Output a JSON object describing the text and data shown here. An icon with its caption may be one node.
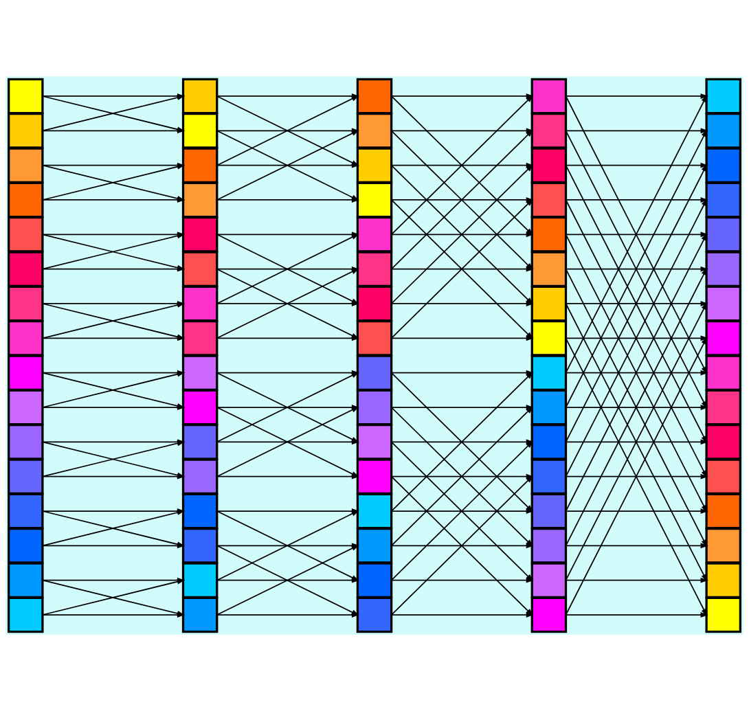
{
  "diagram": {
    "nodes": [
      {
        "text": [],
        "shape": "box"
      },
      {
        "text": [],
        "shape": "box"
      },
      {
        "text": [],
        "shape": "box"
      },
      {
        "text": [],
        "shape": "box"
      },
      {
        "text": [],
        "shape": "box"
      },
      {
        "text": [],
        "shape": "box"
      },
      {
        "text": [],
        "shape": "box"
      },
      {
        "text": [],
        "shape": "box"
      },
      {
        "text": [],
        "shape": "box"
      },
      {
        "text": [],
        "shape": "box"
      },
      {
        "text": [],
        "shape": "box"
      },
      {
        "text": [],
        "shape": "box"
      },
      {
        "text": [],
        "shape": "box"
      },
      {
        "text": [],
        "shape": "box"
      },
      {
        "text": [],
        "shape": "box"
      },
      {
        "text": [],
        "shape": "box"
      },
      {
        "text": [],
        "shape": "box"
      },
      {
        "text": [],
        "shape": "box"
      },
      {
        "text": [],
        "shape": "box"
      },
      {
        "text": [],
        "shape": "box"
      },
      {
        "text": [],
        "shape": "box"
      },
      {
        "text": [],
        "shape": "box"
      },
      {
        "text": [],
        "shape": "box"
      },
      {
        "text": [],
        "shape": "box"
      },
      {
        "text": [],
        "shape": "box"
      },
      {
        "text": [],
        "shape": "box"
      },
      {
        "text": [],
        "shape": "box"
      },
      {
        "text": [],
        "shape": "box"
      },
      {
        "text": [],
        "shape": "box"
      },
      {
        "text": [],
        "shape": "box"
      },
      {
        "text": [],
        "shape": "box"
      },
      {
        "text": [],
        "shape": "box"
      },
      {
        "text": [],
        "shape": "box"
      },
      {
        "text": [],
        "shape": "box"
      },
      {
        "text": [],
        "shape": "box"
      },
      {
        "text": [],
        "shape": "box"
      },
      {
        "text": [],
        "shape": "box"
      },
      {
        "text": [],
        "shape": "box"
      },
      {
        "text": [],
        "shape": "box"
      },
      {
        "text": [],
        "shape": "box"
      },
      {
        "text": [],
        "shape": "box"
      },
      {
        "text": [],
        "shape": "box"
      },
      {
        "text": [],
        "shape": "box"
      },
      {
        "text": [],
        "shape": "box"
      },
      {
        "text": [],
        "shape": "box"
      },
      {
        "text": [],
        "shape": "box"
      },
      {
        "text": [],
        "shape": "box"
      },
      {
        "text": [],
        "shape": "box"
      },
      {
        "text": [],
        "shape": "box"
      },
      {
        "text": [],
        "shape": "box"
      },
      {
        "text": [],
        "shape": "box"
      },
      {
        "text": [],
        "shape": "box"
      },
      {
        "text": [],
        "shape": "box"
      },
      {
        "text": [],
        "shape": "box"
      },
      {
        "text": [],
        "shape": "box"
      },
      {
        "text": [],
        "shape": "box"
      },
      {
        "text": [],
        "shape": "box"
      },
      {
        "text": [],
        "shape": "box"
      },
      {
        "text": [],
        "shape": "box"
      },
      {
        "text": [],
        "shape": "box"
      },
      {
        "text": [],
        "shape": "box"
      },
      {
        "text": [],
        "shape": "box"
      },
      {
        "text": [],
        "shape": "box"
      },
      {
        "text": [],
        "shape": "box"
      },
      {
        "text": [],
        "shape": "box"
      },
      {
        "text": [],
        "shape": "box"
      },
      {
        "text": [],
        "shape": "box"
      },
      {
        "text": [],
        "shape": "box"
      },
      {
        "text": [],
        "shape": "box"
      },
      {
        "text": [],
        "shape": "box"
      },
      {
        "text": [],
        "shape": "box"
      },
      {
        "text": [],
        "shape": "box"
      },
      {
        "text": [],
        "shape": "box"
      },
      {
        "text": [],
        "shape": "box"
      },
      {
        "text": [],
        "shape": "box"
      },
      {
        "text": [],
        "shape": "box"
      },
      {
        "text": [],
        "shape": "box"
      },
      {
        "text": [],
        "shape": "box"
      },
      {
        "text": [],
        "shape": "box"
      },
      {
        "text": [],
        "shape": "box"
      }
    ],
    "edges": [
      {
        "from": 0,
        "to": 16,
        "arrow": "to"
      },
      {
        "from": 0,
        "to": 17,
        "arrow": "to"
      },
      {
        "from": 1,
        "to": 17,
        "arrow": "to"
      },
      {
        "from": 1,
        "to": 16,
        "arrow": "to"
      },
      {
        "from": 2,
        "to": 18,
        "arrow": "to"
      },
      {
        "from": 2,
        "to": 19,
        "arrow": "to"
      },
      {
        "from": 3,
        "to": 19,
        "arrow": "to"
      },
      {
        "from": 3,
        "to": 18,
        "arrow": "to"
      },
      {
        "from": 4,
        "to": 20,
        "arrow": "to"
      },
      {
        "from": 4,
        "to": 21,
        "arrow": "to"
      },
      {
        "from": 5,
        "to": 21,
        "arrow": "to"
      },
      {
        "from": 5,
        "to": 20,
        "arrow": "to"
      },
      {
        "from": 6,
        "to": 22,
        "arrow": "to"
      },
      {
        "from": 6,
        "to": 23,
        "arrow": "to"
      },
      {
        "from": 7,
        "to": 23,
        "arrow": "to"
      },
      {
        "from": 7,
        "to": 22,
        "arrow": "to"
      },
      {
        "from": 8,
        "to": 24,
        "arrow": "to"
      },
      {
        "from": 8,
        "to": 25,
        "arrow": "to"
      },
      {
        "from": 9,
        "to": 25,
        "arrow": "to"
      },
      {
        "from": 9,
        "to": 24,
        "arrow": "to"
      },
      {
        "from": 10,
        "to": 26,
        "arrow": "to"
      },
      {
        "from": 10,
        "to": 27,
        "arrow": "to"
      },
      {
        "from": 11,
        "to": 27,
        "arrow": "to"
      },
      {
        "from": 11,
        "to": 26,
        "arrow": "to"
      },
      {
        "from": 12,
        "to": 28,
        "arrow": "to"
      },
      {
        "from": 12,
        "to": 29,
        "arrow": "to"
      },
      {
        "from": 13,
        "to": 29,
        "arrow": "to"
      },
      {
        "from": 13,
        "to": 28,
        "arrow": "to"
      },
      {
        "from": 14,
        "to": 30,
        "arrow": "to"
      },
      {
        "from": 14,
        "to": 31,
        "arrow": "to"
      },
      {
        "from": 15,
        "to": 31,
        "arrow": "to"
      },
      {
        "from": 15,
        "to": 30,
        "arrow": "to"
      },
      {
        "from": 16,
        "to": 32,
        "arrow": "to"
      },
      {
        "from": 16,
        "to": 34,
        "arrow": "to"
      },
      {
        "from": 17,
        "to": 33,
        "arrow": "to"
      },
      {
        "from": 17,
        "to": 35,
        "arrow": "to"
      },
      {
        "from": 18,
        "to": 34,
        "arrow": "to"
      },
      {
        "from": 18,
        "to": 32,
        "arrow": "to"
      },
      {
        "from": 19,
        "to": 35,
        "arrow": "to"
      },
      {
        "from": 19,
        "to": 33,
        "arrow": "to"
      },
      {
        "from": 20,
        "to": 36,
        "arrow": "to"
      },
      {
        "from": 20,
        "to": 38,
        "arrow": "to"
      },
      {
        "from": 21,
        "to": 37,
        "arrow": "to"
      },
      {
        "from": 21,
        "to": 39,
        "arrow": "to"
      },
      {
        "from": 22,
        "to": 38,
        "arrow": "to"
      },
      {
        "from": 22,
        "to": 36,
        "arrow": "to"
      },
      {
        "from": 23,
        "to": 39,
        "arrow": "to"
      },
      {
        "from": 23,
        "to": 37,
        "arrow": "to"
      },
      {
        "from": 24,
        "to": 40,
        "arrow": "to"
      },
      {
        "from": 24,
        "to": 42,
        "arrow": "to"
      },
      {
        "from": 25,
        "to": 41,
        "arrow": "to"
      },
      {
        "from": 25,
        "to": 43,
        "arrow": "to"
      },
      {
        "from": 26,
        "to": 42,
        "arrow": "to"
      },
      {
        "from": 26,
        "to": 40,
        "arrow": "to"
      },
      {
        "from": 27,
        "to": 43,
        "arrow": "to"
      },
      {
        "from": 27,
        "to": 41,
        "arrow": "to"
      },
      {
        "from": 28,
        "to": 44,
        "arrow": "to"
      },
      {
        "from": 28,
        "to": 46,
        "arrow": "to"
      },
      {
        "from": 29,
        "to": 45,
        "arrow": "to"
      },
      {
        "from": 29,
        "to": 47,
        "arrow": "to"
      },
      {
        "from": 30,
        "to": 46,
        "arrow": "to"
      },
      {
        "from": 30,
        "to": 44,
        "arrow": "to"
      },
      {
        "from": 31,
        "to": 47,
        "arrow": "to"
      },
      {
        "from": 31,
        "to": 45,
        "arrow": "to"
      },
      {
        "from": 32,
        "to": 48,
        "arrow": "to"
      },
      {
        "from": 32,
        "to": 52,
        "arrow": "to"
      },
      {
        "from": 33,
        "to": 49,
        "arrow": "to"
      },
      {
        "from": 33,
        "to": 53,
        "arrow": "to"
      },
      {
        "from": 34,
        "to": 50,
        "arrow": "to"
      },
      {
        "from": 34,
        "to": 54,
        "arrow": "to"
      },
      {
        "from": 35,
        "to": 51,
        "arrow": "to"
      },
      {
        "from": 35,
        "to": 55,
        "arrow": "to"
      },
      {
        "from": 36,
        "to": 52,
        "arrow": "to"
      },
      {
        "from": 36,
        "to": 48,
        "arrow": "to"
      },
      {
        "from": 37,
        "to": 53,
        "arrow": "to"
      },
      {
        "from": 37,
        "to": 49,
        "arrow": "to"
      },
      {
        "from": 38,
        "to": 54,
        "arrow": "to"
      },
      {
        "from": 38,
        "to": 50,
        "arrow": "to"
      },
      {
        "from": 39,
        "to": 55,
        "arrow": "to"
      },
      {
        "from": 39,
        "to": 51,
        "arrow": "to"
      },
      {
        "from": 40,
        "to": 56,
        "arrow": "to"
      },
      {
        "from": 40,
        "to": 60,
        "arrow": "to"
      },
      {
        "from": 41,
        "to": 57,
        "arrow": "to"
      },
      {
        "from": 41,
        "to": 61,
        "arrow": "to"
      },
      {
        "from": 42,
        "to": 58,
        "arrow": "to"
      },
      {
        "from": 42,
        "to": 62,
        "arrow": "to"
      },
      {
        "from": 43,
        "to": 59,
        "arrow": "to"
      },
      {
        "from": 43,
        "to": 63,
        "arrow": "to"
      },
      {
        "from": 44,
        "to": 60,
        "arrow": "to"
      },
      {
        "from": 44,
        "to": 56,
        "arrow": "to"
      },
      {
        "from": 45,
        "to": 61,
        "arrow": "to"
      },
      {
        "from": 45,
        "to": 57,
        "arrow": "to"
      },
      {
        "from": 46,
        "to": 62,
        "arrow": "to"
      },
      {
        "from": 46,
        "to": 58,
        "arrow": "to"
      },
      {
        "from": 47,
        "to": 63,
        "arrow": "to"
      },
      {
        "from": 47,
        "to": 59,
        "arrow": "to"
      },
      {
        "from": 48,
        "to": 64,
        "arrow": "to"
      },
      {
        "from": 48,
        "to": 72,
        "arrow": "to"
      },
      {
        "from": 49,
        "to": 65,
        "arrow": "to"
      },
      {
        "from": 49,
        "to": 73,
        "arrow": "to"
      },
      {
        "from": 50,
        "to": 66,
        "arrow": "to"
      },
      {
        "from": 50,
        "to": 74,
        "arrow": "to"
      },
      {
        "from": 51,
        "to": 67,
        "arrow": "to"
      },
      {
        "from": 51,
        "to": 75,
        "arrow": "to"
      },
      {
        "from": 52,
        "to": 68,
        "arrow": "to"
      },
      {
        "from": 52,
        "to": 76,
        "arrow": "to"
      },
      {
        "from": 53,
        "to": 69,
        "arrow": "to"
      },
      {
        "from": 53,
        "to": 77,
        "arrow": "to"
      },
      {
        "from": 54,
        "to": 70,
        "arrow": "to"
      },
      {
        "from": 54,
        "to": 78,
        "arrow": "to"
      },
      {
        "from": 55,
        "to": 71,
        "arrow": "to"
      },
      {
        "from": 55,
        "to": 79,
        "arrow": "to"
      },
      {
        "from": 56,
        "to": 72,
        "arrow": "to"
      },
      {
        "from": 56,
        "to": 64,
        "arrow": "to"
      },
      {
        "from": 57,
        "to": 73,
        "arrow": "to"
      },
      {
        "from": 57,
        "to": 65,
        "arrow": "to"
      },
      {
        "from": 58,
        "to": 74,
        "arrow": "to"
      },
      {
        "from": 58,
        "to": 66,
        "arrow": "to"
      },
      {
        "from": 59,
        "to": 75,
        "arrow": "to"
      },
      {
        "from": 59,
        "to": 67,
        "arrow": "to"
      },
      {
        "from": 60,
        "to": 76,
        "arrow": "to"
      },
      {
        "from": 60,
        "to": 68,
        "arrow": "to"
      },
      {
        "from": 61,
        "to": 77,
        "arrow": "to"
      },
      {
        "from": 61,
        "to": 69,
        "arrow": "to"
      },
      {
        "from": 62,
        "to": 78,
        "arrow": "to"
      },
      {
        "from": 62,
        "to": 70,
        "arrow": "to"
      },
      {
        "from": 63,
        "to": 79,
        "arrow": "to"
      },
      {
        "from": 63,
        "to": 71,
        "arrow": "to"
      }
    ]
  }
}
